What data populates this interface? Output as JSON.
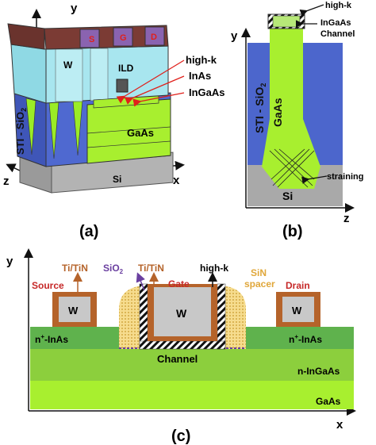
{
  "colors": {
    "cap_dark": "#7b3b34",
    "cap_purple": "#8a63b0",
    "ild_cyan": "#a8e6ef",
    "sti_blue": "#4c66cc",
    "gaas_green": "#a8ef2f",
    "si_gray": "#a9a9a9",
    "brown": "#b5632a",
    "dark_green": "#5fb24d",
    "mid_green": "#8ccf3d",
    "spacer_yellow": "#f0cd72",
    "red_arrow": "#e0201b",
    "source_red": "#c62828",
    "sio2_purple": "#6a3fa0"
  },
  "panel_a": {
    "caption": "(a)",
    "axis_y": "y",
    "axis_z": "z",
    "axis_x": "x",
    "cap_letters": [
      "S",
      "G",
      "D"
    ],
    "w_label": "W",
    "ild_label": "ILD",
    "sti_label": "STI - SiO",
    "sti_sub": "2",
    "gaas_label": "GaAs",
    "si_label": "Si",
    "callouts": [
      "high-k",
      "InAs",
      "InGaAs"
    ]
  },
  "panel_b": {
    "caption": "(b)",
    "axis_y": "y",
    "axis_z": "z",
    "highk_label": "high-k",
    "channel_label_1": "InGaAs",
    "channel_label_2": "Channel",
    "sti_label": "STI - SiO",
    "sti_sub": "2",
    "gaas_label": "GaAs",
    "si_label": "Si",
    "straining_label": "straining"
  },
  "panel_c": {
    "caption": "(c)",
    "axis_y": "y",
    "axis_x": "x",
    "source_label": "Source",
    "tin_left": "Ti/TiN",
    "sio2_label": "SiO",
    "sio2_sub": "2",
    "tin_gate": "Ti/TiN",
    "gate_label": "Gate",
    "highk_label": "high-k",
    "spacer_label_1": "SiN",
    "spacer_label_2": "spacer",
    "drain_label": "Drain",
    "w_label": "W",
    "n_inas_left": "n",
    "n_inas_left_sup": "+",
    "n_inas_left_rest": "-InAs",
    "n_inas_right": "n",
    "n_inas_right_sup": "+",
    "n_inas_right_rest": "-InAs",
    "channel_label": "Channel",
    "ningaas_label": "n-InGaAs",
    "gaas_label": "GaAs"
  }
}
